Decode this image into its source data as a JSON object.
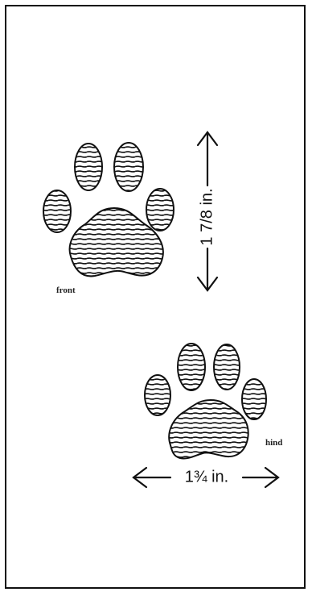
{
  "labels": {
    "front": "front",
    "hind": "hind"
  },
  "measurements": {
    "length": "1 7/8 in.",
    "width": "1¾ in."
  },
  "colors": {
    "ink": "#111111",
    "background": "#ffffff"
  }
}
